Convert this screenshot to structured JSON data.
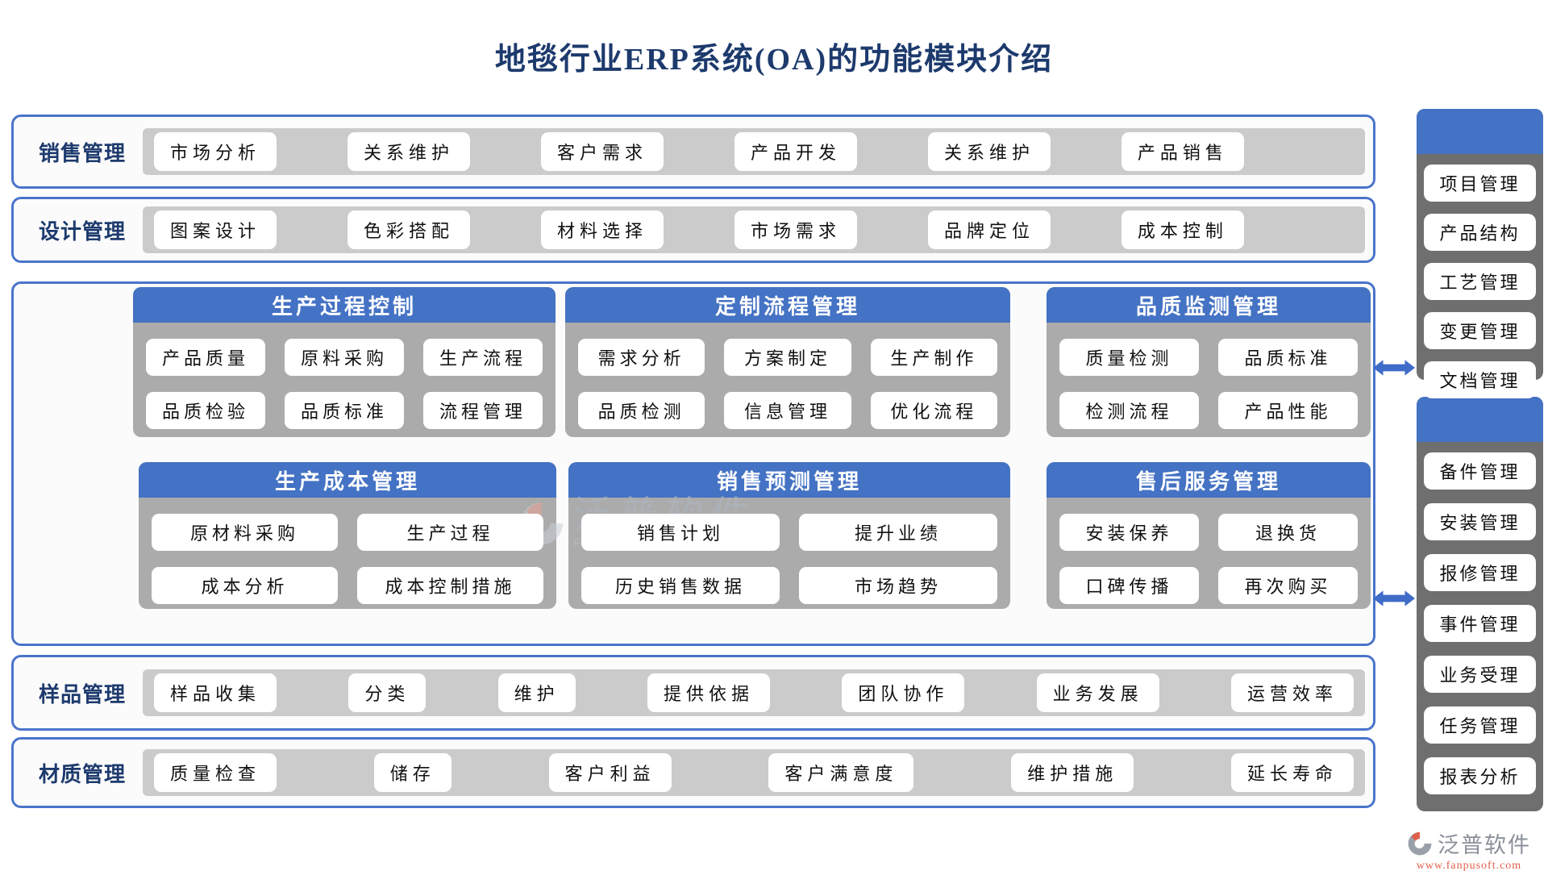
{
  "title": "地毯行业ERP系统(OA)的功能模块介绍",
  "sections": {
    "sales": {
      "label": "销售管理",
      "buttons": [
        "市场分析",
        "关系维护",
        "客户需求",
        "产品开发",
        "关系维护",
        "产品销售"
      ]
    },
    "design": {
      "label": "设计管理",
      "buttons": [
        "图案设计",
        "色彩搭配",
        "材料选择",
        "市场需求",
        "品牌定位",
        "成本控制"
      ]
    },
    "sample": {
      "label": "样品管理",
      "buttons": [
        "样品收集",
        "分类",
        "维护",
        "提供依据",
        "团队协作",
        "业务发展",
        "运营效率"
      ]
    },
    "material": {
      "label": "材质管理",
      "buttons": [
        "质量检查",
        "储存",
        "客户利益",
        "客户满意度",
        "维护措施",
        "延长寿命"
      ]
    }
  },
  "panels": [
    {
      "title": "生产过程控制",
      "buttons": [
        "产品质量",
        "原料采购",
        "生产流程",
        "品质检验",
        "品质标准",
        "流程管理"
      ]
    },
    {
      "title": "定制流程管理",
      "buttons": [
        "需求分析",
        "方案制定",
        "生产制作",
        "品质检测",
        "信息管理",
        "优化流程"
      ]
    },
    {
      "title": "品质监测管理",
      "buttons": [
        "质量检测",
        "品质标准",
        "检测流程",
        "产品性能"
      ]
    },
    {
      "title": "生产成本管理",
      "buttons": [
        "原材料采购",
        "生产过程",
        "成本分析",
        "成本控制措施"
      ]
    },
    {
      "title": "销售预测管理",
      "buttons": [
        "销售计划",
        "提升业绩",
        "历史销售数据",
        "市场趋势"
      ]
    },
    {
      "title": "售后服务管理",
      "buttons": [
        "安装保养",
        "退换货",
        "口碑传播",
        "再次购买"
      ]
    }
  ],
  "sidebar": {
    "top": {
      "buttons": [
        "项目管理",
        "产品结构",
        "工艺管理",
        "变更管理",
        "文档管理"
      ]
    },
    "bottom": {
      "buttons": [
        "备件管理",
        "安装管理",
        "报修管理",
        "事件管理",
        "业务受理",
        "任务管理",
        "报表分析"
      ]
    }
  },
  "watermark": {
    "brand": "泛普软件",
    "sub": "FANPU SOFTWARE"
  },
  "footer": {
    "brand": "泛普软件",
    "url": "www.fanpusoft.com"
  },
  "colors": {
    "accent_blue": "#4472c4",
    "border_blue": "#4a74cb",
    "panel_gray": "#ababab",
    "bar_gray": "#cbcbcb",
    "sidebar_gray": "#6f6f6f",
    "title_navy": "#1d3a6d",
    "url_red": "#e0604b"
  }
}
